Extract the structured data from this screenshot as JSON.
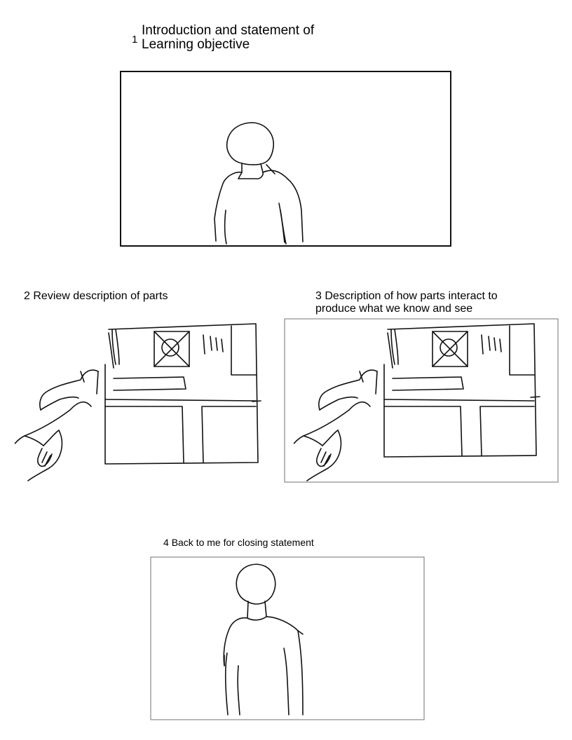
{
  "panels": [
    {
      "number": "1",
      "caption_line1": "Introduction and statement of",
      "caption_line2": "Learning objective"
    },
    {
      "number": "2",
      "caption": "Review description of parts"
    },
    {
      "number": "3",
      "caption_line1": "Description of how parts interact to",
      "caption_line2": "produce what we know and see"
    },
    {
      "number": "4",
      "caption": "Back to me for closing statement"
    }
  ]
}
